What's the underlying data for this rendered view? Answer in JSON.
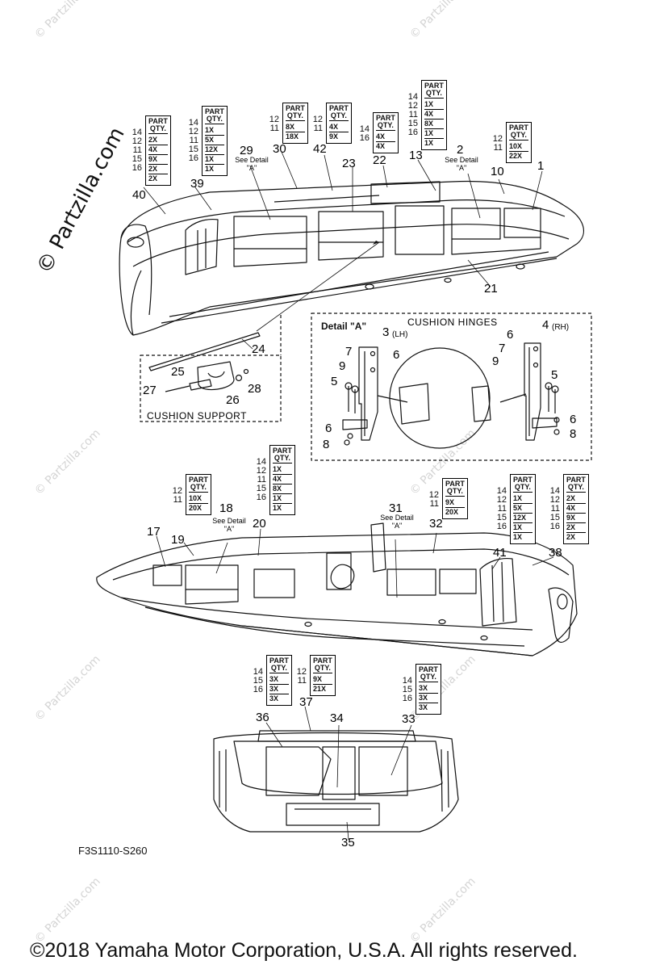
{
  "watermarks": {
    "brand": "© Partzilla.com",
    "small": "© Partzilla.com"
  },
  "diagram": {
    "drawing_code": "F3S1110-S260",
    "copyright": "©2018 Yamaha Motor Corporation, U.S.A. All rights reserved.",
    "detail_a_title": "Detail \"A\"",
    "cushion_hinges_label": "CUSHION HINGES",
    "cushion_support_label": "CUSHION SUPPORT",
    "see_detail_a": "See Detail \"A\"",
    "callouts": [
      {
        "id": "c1",
        "text": "1"
      },
      {
        "id": "c2",
        "text": "2"
      },
      {
        "id": "c3",
        "text": "3"
      },
      {
        "id": "c3s",
        "text": "(LH)"
      },
      {
        "id": "c4",
        "text": "4"
      },
      {
        "id": "c4s",
        "text": "(RH)"
      },
      {
        "id": "c5a",
        "text": "5"
      },
      {
        "id": "c5b",
        "text": "5"
      },
      {
        "id": "c6a",
        "text": "6"
      },
      {
        "id": "c6b",
        "text": "6"
      },
      {
        "id": "c6c",
        "text": "6"
      },
      {
        "id": "c6d",
        "text": "6"
      },
      {
        "id": "c7a",
        "text": "7"
      },
      {
        "id": "c7b",
        "text": "7"
      },
      {
        "id": "c8a",
        "text": "8"
      },
      {
        "id": "c8b",
        "text": "8"
      },
      {
        "id": "c9a",
        "text": "9"
      },
      {
        "id": "c9b",
        "text": "9"
      },
      {
        "id": "c10",
        "text": "10"
      },
      {
        "id": "c13",
        "text": "13"
      },
      {
        "id": "c17",
        "text": "17"
      },
      {
        "id": "c18",
        "text": "18"
      },
      {
        "id": "c19",
        "text": "19"
      },
      {
        "id": "c20",
        "text": "20"
      },
      {
        "id": "c21",
        "text": "21"
      },
      {
        "id": "c22",
        "text": "22"
      },
      {
        "id": "c23",
        "text": "23"
      },
      {
        "id": "c24",
        "text": "24"
      },
      {
        "id": "c25",
        "text": "25"
      },
      {
        "id": "c26",
        "text": "26"
      },
      {
        "id": "c27",
        "text": "27"
      },
      {
        "id": "c28",
        "text": "28"
      },
      {
        "id": "c29",
        "text": "29"
      },
      {
        "id": "c30",
        "text": "30"
      },
      {
        "id": "c31",
        "text": "31"
      },
      {
        "id": "c32",
        "text": "32"
      },
      {
        "id": "c33",
        "text": "33"
      },
      {
        "id": "c34",
        "text": "34"
      },
      {
        "id": "c35",
        "text": "35"
      },
      {
        "id": "c36",
        "text": "36"
      },
      {
        "id": "c37",
        "text": "37"
      },
      {
        "id": "c38",
        "text": "38"
      },
      {
        "id": "c39",
        "text": "39"
      },
      {
        "id": "c40",
        "text": "40"
      },
      {
        "id": "c41",
        "text": "41"
      },
      {
        "id": "c42",
        "text": "42"
      }
    ],
    "qty_tables": [
      {
        "id": "q40",
        "header": "PART QTY.",
        "rows": [
          [
            "14",
            "2X"
          ],
          [
            "12",
            "4X"
          ],
          [
            "11",
            "9X"
          ],
          [
            "15",
            "2X"
          ],
          [
            "16",
            "2X"
          ]
        ]
      },
      {
        "id": "q39",
        "header": "PART QTY.",
        "rows": [
          [
            "14",
            "1X"
          ],
          [
            "12",
            "5X"
          ],
          [
            "11",
            "12X"
          ],
          [
            "15",
            "1X"
          ],
          [
            "16",
            "1X"
          ]
        ]
      },
      {
        "id": "q30",
        "header": "PART QTY.",
        "rows": [
          [
            "12",
            "8X"
          ],
          [
            "11",
            "18X"
          ]
        ]
      },
      {
        "id": "q42",
        "header": "PART QTY.",
        "rows": [
          [
            "12",
            "4X"
          ],
          [
            "11",
            "9X"
          ]
        ]
      },
      {
        "id": "q22",
        "header": "PART QTY.",
        "rows": [
          [
            "14",
            "4X"
          ],
          [
            "16",
            "4X"
          ]
        ]
      },
      {
        "id": "q13",
        "header": "PART QTY.",
        "rows": [
          [
            "14",
            "1X"
          ],
          [
            "12",
            "4X"
          ],
          [
            "11",
            "8X"
          ],
          [
            "15",
            "1X"
          ],
          [
            "16",
            "1X"
          ]
        ]
      },
      {
        "id": "q10",
        "header": "PART QTY.",
        "rows": [
          [
            "12",
            "10X"
          ],
          [
            "11",
            "22X"
          ]
        ]
      },
      {
        "id": "q19",
        "header": "PART QTY.",
        "rows": [
          [
            "12",
            "10X"
          ],
          [
            "11",
            "20X"
          ]
        ]
      },
      {
        "id": "q20",
        "header": "PART QTY.",
        "rows": [
          [
            "14",
            "1X"
          ],
          [
            "12",
            "4X"
          ],
          [
            "11",
            "8X"
          ],
          [
            "15",
            "1X"
          ],
          [
            "16",
            "1X"
          ]
        ]
      },
      {
        "id": "q32",
        "header": "PART QTY.",
        "rows": [
          [
            "12",
            "9X"
          ],
          [
            "11",
            "20X"
          ]
        ]
      },
      {
        "id": "q41",
        "header": "PART QTY.",
        "rows": [
          [
            "14",
            "1X"
          ],
          [
            "12",
            "5X"
          ],
          [
            "11",
            "12X"
          ],
          [
            "15",
            "1X"
          ],
          [
            "16",
            "1X"
          ]
        ]
      },
      {
        "id": "q38",
        "header": "PART QTY.",
        "rows": [
          [
            "14",
            "2X"
          ],
          [
            "12",
            "4X"
          ],
          [
            "11",
            "9X"
          ],
          [
            "15",
            "2X"
          ],
          [
            "16",
            "2X"
          ]
        ]
      },
      {
        "id": "q36",
        "header": "PART QTY.",
        "rows": [
          [
            "14",
            "3X"
          ],
          [
            "15",
            "3X"
          ],
          [
            "16",
            "3X"
          ]
        ]
      },
      {
        "id": "q37",
        "header": "PART QTY.",
        "rows": [
          [
            "12",
            "9X"
          ],
          [
            "11",
            "21X"
          ]
        ]
      },
      {
        "id": "q33",
        "header": "PART QTY.",
        "rows": [
          [
            "14",
            "3X"
          ],
          [
            "15",
            "3X"
          ],
          [
            "16",
            "3X"
          ]
        ]
      }
    ]
  }
}
